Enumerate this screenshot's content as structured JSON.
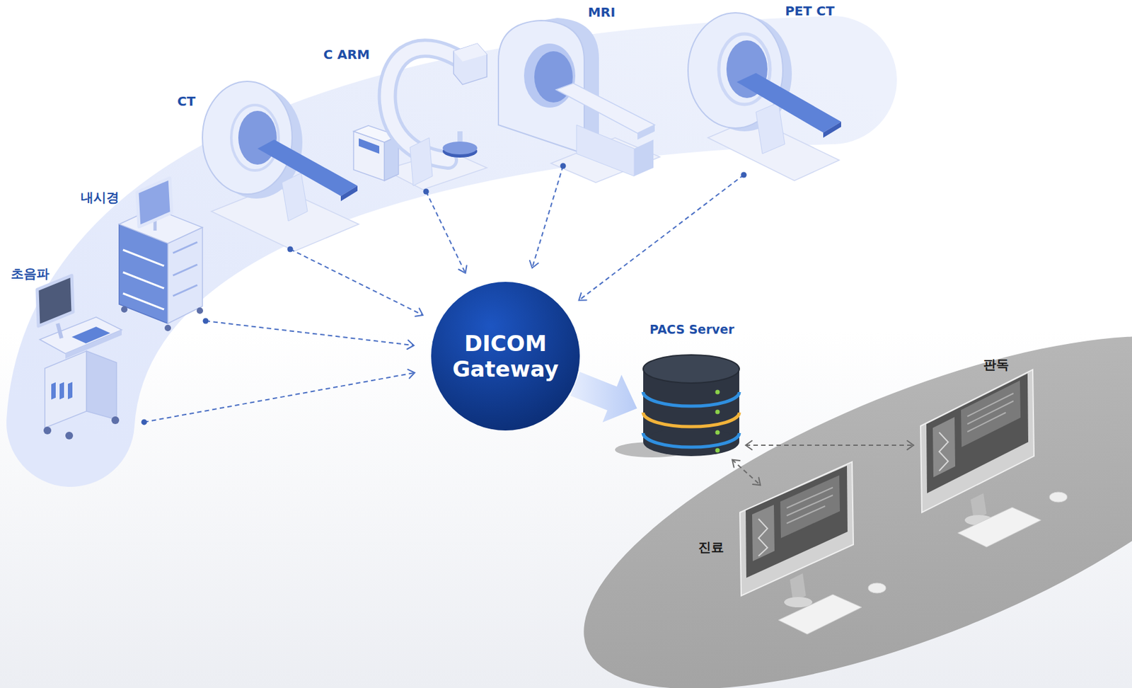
{
  "diagram": {
    "nodes": [
      {
        "text": [
          "초음파"
        ]
      },
      {
        "text": [
          "내시경"
        ]
      },
      {
        "text": [
          "CT"
        ]
      },
      {
        "text": [
          "C ARM"
        ]
      },
      {
        "text": [
          "MRI"
        ]
      },
      {
        "text": [
          "PET CT"
        ]
      },
      {
        "text": [
          "DICOM Gateway"
        ]
      },
      {
        "text": [
          "PACS Server"
        ]
      },
      {
        "text": [
          "판독"
        ]
      },
      {
        "text": [
          "진료"
        ]
      }
    ],
    "edges": [
      {
        "from": 0,
        "to": 6,
        "arrow": "to"
      },
      {
        "from": 1,
        "to": 6,
        "arrow": "to"
      },
      {
        "from": 2,
        "to": 6,
        "arrow": "to"
      },
      {
        "from": 3,
        "to": 6,
        "arrow": "to"
      },
      {
        "from": 4,
        "to": 6,
        "arrow": "to"
      },
      {
        "from": 5,
        "to": 6,
        "arrow": "to"
      },
      {
        "from": 6,
        "to": 7,
        "arrow": "to"
      },
      {
        "from": 7,
        "to": 8,
        "arrow": "both"
      },
      {
        "from": 7,
        "to": 9,
        "arrow": "both"
      }
    ]
  }
}
